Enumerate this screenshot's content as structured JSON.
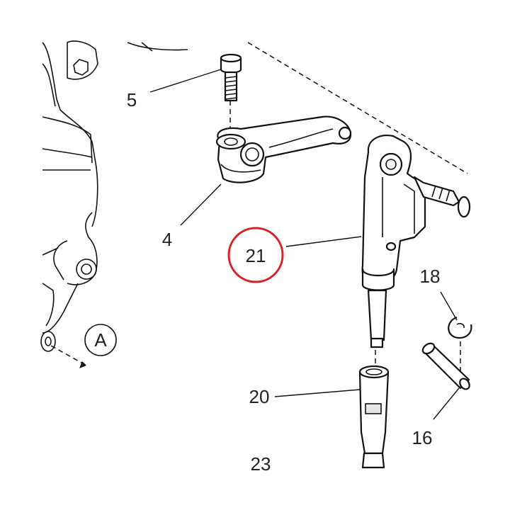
{
  "callouts": [
    {
      "id": "5",
      "text": "5"
    },
    {
      "id": "4",
      "text": "4"
    },
    {
      "id": "21",
      "text": "21",
      "highlighted": true
    },
    {
      "id": "18",
      "text": "18"
    },
    {
      "id": "20",
      "text": "20"
    },
    {
      "id": "16",
      "text": "16"
    },
    {
      "id": "23",
      "text": "23"
    }
  ],
  "view_marker": {
    "text": "A"
  },
  "colors": {
    "highlight": "#d8232a",
    "line": "#111111",
    "background": "#ffffff"
  }
}
